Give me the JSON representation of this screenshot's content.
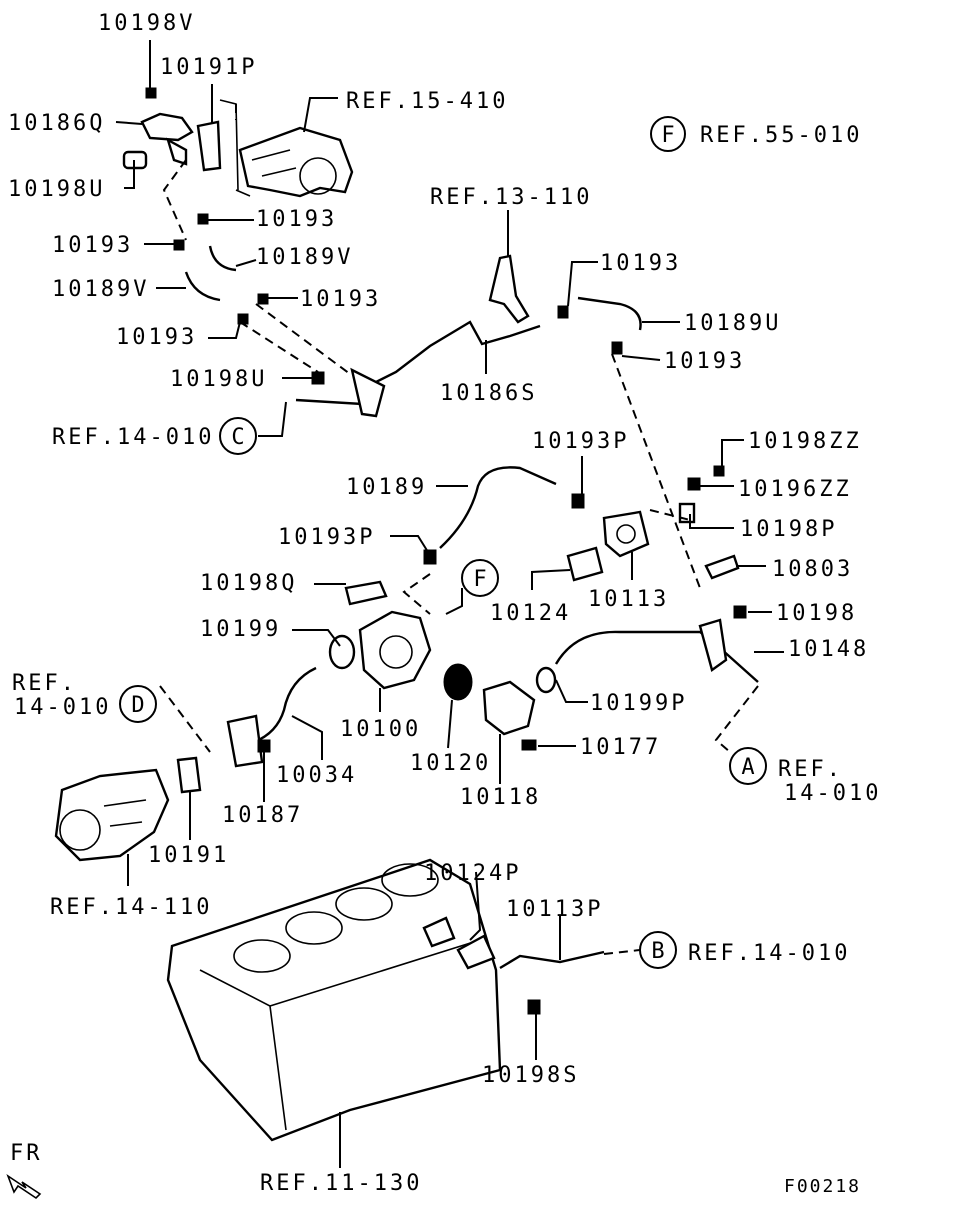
{
  "parts": {
    "p10198V": "10198V",
    "p10191P": "10191P",
    "p10186Q": "10186Q",
    "p10198U_top": "10198U",
    "p10193_a": "10193",
    "p10193_b": "10193",
    "p10189V_a": "10189V",
    "p10189V_b": "10189V",
    "p10193_c": "10193",
    "p10193_d": "10193",
    "p10198U_mid": "10198U",
    "p10186S": "10186S",
    "p10193_e": "10193",
    "p10189U": "10189U",
    "p10193_f": "10193",
    "p10193P_a": "10193P",
    "p10198ZZ": "10198ZZ",
    "p10196ZZ": "10196ZZ",
    "p10189": "10189",
    "p10198P": "10198P",
    "p10193P_b": "10193P",
    "p10803": "10803",
    "p10198Q": "10198Q",
    "p10124": "10124",
    "p10113": "10113",
    "p10198": "10198",
    "p10199": "10199",
    "p10148": "10148",
    "p10100": "10100",
    "p10199P": "10199P",
    "p10034": "10034",
    "p10120": "10120",
    "p10177": "10177",
    "p10118": "10118",
    "p10187": "10187",
    "p10191": "10191",
    "p10124P": "10124P",
    "p10113P": "10113P",
    "p10198S": "10198S"
  },
  "refs": {
    "r15_410": "REF.15-410",
    "r55_010": "REF.55-010",
    "r13_110": "REF.13-110",
    "r14_010_c": "REF.14-010",
    "r14_010_d_line1": "REF.",
    "r14_010_d_line2": "14-010",
    "r14_010_a_line1": "REF.",
    "r14_010_a_line2": "14-010",
    "r14_110": "REF.14-110",
    "r14_010_b": "REF.14-010",
    "r11_130": "REF.11-130"
  },
  "markers": {
    "F_top": "F",
    "C": "C",
    "F_mid": "F",
    "D": "D",
    "A": "A",
    "B": "B"
  },
  "fr_label": "FR",
  "figure_code": "F00218",
  "colors": {
    "ink": "#000000",
    "paper": "#ffffff"
  },
  "icons": {
    "front_direction": "arrow-icon"
  }
}
